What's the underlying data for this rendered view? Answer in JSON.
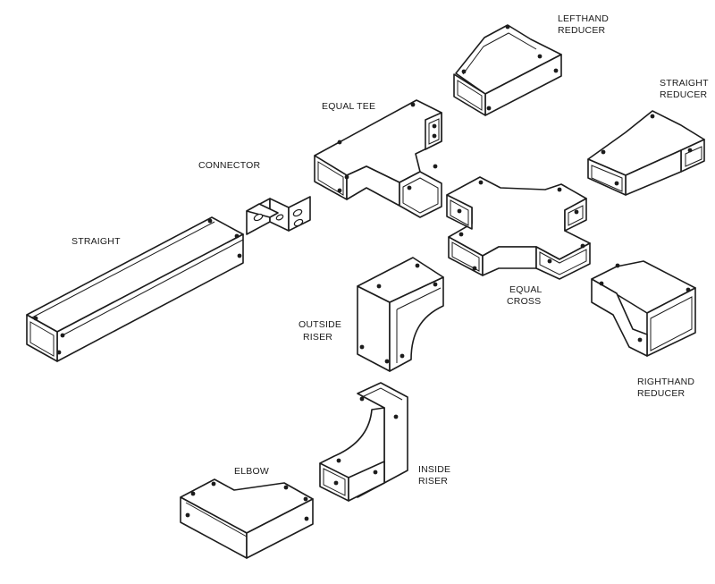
{
  "diagram": {
    "components": [
      {
        "id": "lefthand-reducer",
        "label_lines": [
          "LEFTHAND",
          "REDUCER"
        ]
      },
      {
        "id": "equal-tee",
        "label_lines": [
          "EQUAL  TEE"
        ]
      },
      {
        "id": "straight-reducer",
        "label_lines": [
          "STRAIGHT",
          "REDUCER"
        ]
      },
      {
        "id": "connector",
        "label_lines": [
          "CONNECTOR"
        ]
      },
      {
        "id": "straight",
        "label_lines": [
          "STRAIGHT"
        ]
      },
      {
        "id": "equal-cross",
        "label_lines": [
          "EQUAL",
          "CROSS"
        ]
      },
      {
        "id": "outside-riser",
        "label_lines": [
          "OUTSIDE",
          "RISER"
        ]
      },
      {
        "id": "righthand-reducer",
        "label_lines": [
          "RIGHTHAND",
          "REDUCER"
        ]
      },
      {
        "id": "elbow",
        "label_lines": [
          "ELBOW"
        ]
      },
      {
        "id": "inside-riser",
        "label_lines": [
          "INSIDE",
          "RISER"
        ]
      }
    ],
    "colors": {
      "background": "#ffffff",
      "line": "#1c1c1c"
    }
  }
}
